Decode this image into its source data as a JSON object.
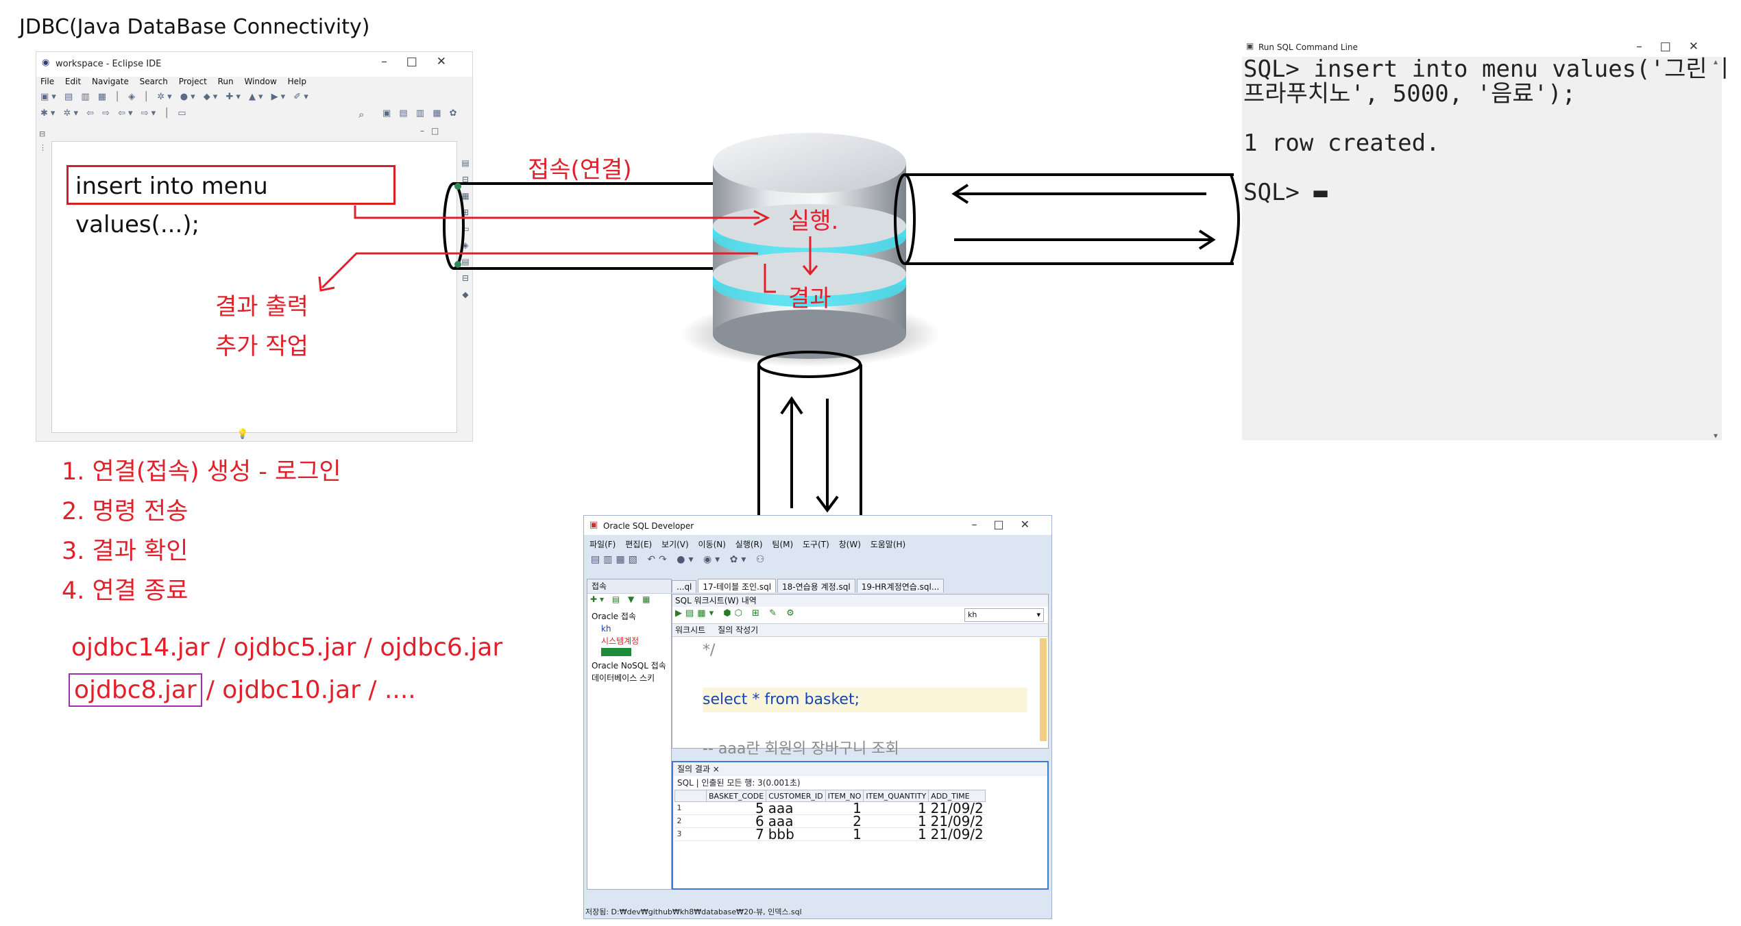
{
  "diagram_title": "JDBC(Java DataBase Connectivity)",
  "eclipse": {
    "title": "workspace - Eclipse IDE",
    "menu": [
      "File",
      "Edit",
      "Navigate",
      "Search",
      "Project",
      "Run",
      "Window",
      "Help"
    ],
    "code_box": "insert into menu values(...);"
  },
  "labels": {
    "connection": "접속(연결)",
    "execute": "실행.",
    "result": "결과",
    "result_output": "결과 출력",
    "additional_work": "추가 작업"
  },
  "steps": [
    "1. 연결(접속) 생성 - 로그인",
    "2. 명령 전송",
    "3. 결과 확인",
    "4. 연결 종료"
  ],
  "jar_line1": "ojdbc14.jar / ojdbc5.jar / ojdbc6.jar",
  "jar_highlight": "ojdbc8.jar",
  "jar_line2_rest": "/ ojdbc10.jar / ....",
  "sqlplus": {
    "title": "Run SQL Command Line",
    "lines": [
      "SQL> insert into menu values('그린티",
      "프라푸치노', 5000, '음료');",
      "",
      "1 row created.",
      "",
      "SQL> ▬"
    ]
  },
  "sqldev": {
    "title": "Oracle SQL Developer",
    "menu": [
      "파일(F)",
      "편집(E)",
      "보기(V)",
      "이동(N)",
      "실행(R)",
      "팀(M)",
      "도구(T)",
      "창(W)",
      "도움말(H)"
    ],
    "conn_header": "접속",
    "tree": [
      "Oracle 접속",
      "kh",
      "시스템계정",
      "",
      "Oracle NoSQL 접속",
      "데이터베이스 스키"
    ],
    "tabs": [
      "...ql",
      "17-테이블 조인.sql",
      "18-연습용 계정.sql",
      "19-HR계정연습.sql..."
    ],
    "ws_header": "SQL 워크시트(W)  내역",
    "connection_select": "kh",
    "ws_subtabs": [
      "워크시트",
      "질의 작성기"
    ],
    "code_lines": [
      "*/",
      "",
      "select * from basket;",
      "",
      "-- aaa란 회원의 장바구니 조회"
    ],
    "results_tab": "질의 결과 ×",
    "results_info": "SQL  |  인출된 모든 행: 3(0.001초)",
    "columns": [
      "BASKET_CODE",
      "CUSTOMER_ID",
      "ITEM_NO",
      "ITEM_QUANTITY",
      "ADD_TIME"
    ],
    "rows": [
      [
        "1",
        "5",
        "aaa",
        "1",
        "1",
        "21/09/2"
      ],
      [
        "2",
        "6",
        "aaa",
        "2",
        "1",
        "21/09/2"
      ],
      [
        "3",
        "7",
        "bbb",
        "1",
        "1",
        "21/09/2"
      ]
    ],
    "status": "저장됨: D:₩dev₩github₩kh8₩database₩20-뷰, 인덱스.sql"
  }
}
